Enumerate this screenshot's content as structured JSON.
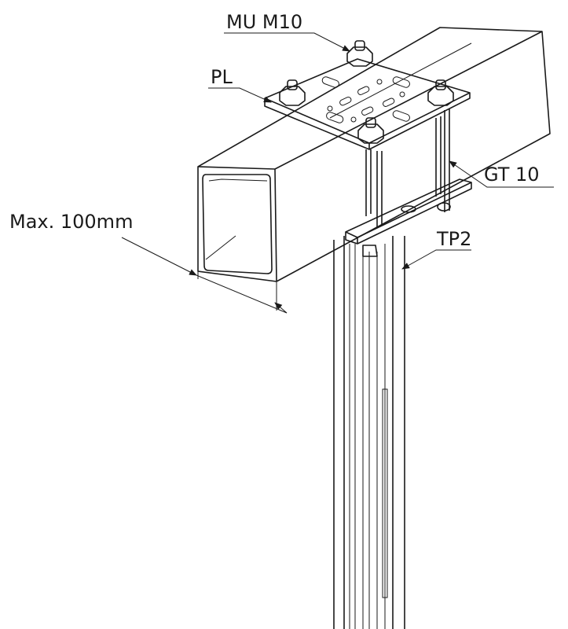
{
  "labels": {
    "nut": "MU M10",
    "plate": "PL",
    "threaded_rod": "GT 10",
    "max_dimension": "Max. 100mm",
    "top_plate": "TP2"
  },
  "colors": {
    "plate": "#d9cbc5",
    "line": "#1a1a1a",
    "metal": "#ffffff"
  }
}
